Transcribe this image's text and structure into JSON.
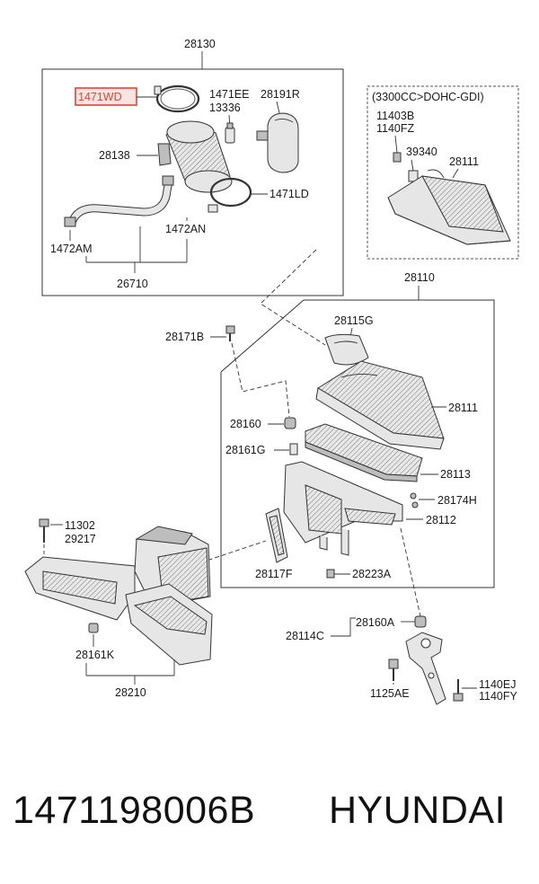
{
  "diagram": {
    "labels": {
      "l28130": "28130",
      "l1471WD": "1471WD",
      "l1471EE": "1471EE",
      "l13336": "13336",
      "l28191R": "28191R",
      "l28138": "28138",
      "l1471LD": "1471LD",
      "l1472AN": "1472AN",
      "l1472AM": "1472AM",
      "l26710": "26710",
      "lvariant": "(3300CC>DOHC-GDI)",
      "l11403B": "11403B",
      "l1140FZ": "1140FZ",
      "l39340": "39340",
      "l28111a": "28111",
      "l28110": "28110",
      "l28115G": "28115G",
      "l28171B": "28171B",
      "l28111b": "28111",
      "l28160": "28160",
      "l28161G": "28161G",
      "l28113": "28113",
      "l28174H": "28174H",
      "l28112": "28112",
      "l11302": "11302",
      "l29217": "29217",
      "l28117F": "28117F",
      "l28223A": "28223A",
      "l28161K": "28161K",
      "l28210": "28210",
      "l28160A": "28160A",
      "l28114C": "28114C",
      "l1125AE": "1125AE",
      "l1140EJ": "1140EJ",
      "l1140FY": "1140FY"
    },
    "highlight_color": "#e0433a"
  },
  "footer": {
    "part_number": "1471198006B",
    "brand": "HYUNDAI"
  }
}
